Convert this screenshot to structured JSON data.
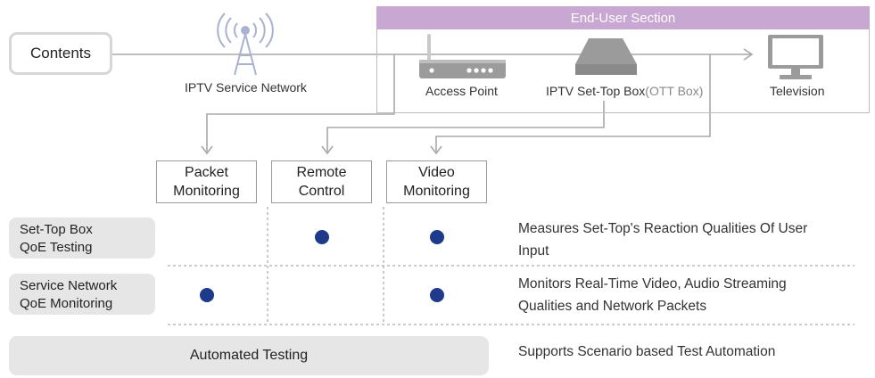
{
  "contents_label": "Contents",
  "end_user_section_label": "End-User Section",
  "nodes": {
    "iptv_service_network": "IPTV Service Network",
    "access_point": "Access Point",
    "set_top_box": "IPTV Set-Top Box",
    "set_top_box_note": "(OTT Box)",
    "television": "Television"
  },
  "columns": [
    {
      "line1": "Packet",
      "line2": "Monitoring"
    },
    {
      "line1": "Remote",
      "line2": "Control"
    },
    {
      "line1": "Video",
      "line2": "Monitoring"
    }
  ],
  "rows": [
    {
      "line1": "Set-Top Box",
      "line2": "QoE Testing",
      "description_line1": "Measures Set-Top's Reaction Qualities Of User",
      "description_line2": "Input",
      "marks": [
        false,
        true,
        true
      ]
    },
    {
      "line1": "Service Network",
      "line2": "QoE Monitoring",
      "description_line1": "Monitors Real-Time Video, Audio Streaming",
      "description_line2": "Qualities and Network Packets",
      "marks": [
        true,
        false,
        true
      ]
    }
  ],
  "automated": {
    "label": "Automated Testing",
    "description": "Supports Scenario based Test Automation"
  },
  "colors": {
    "end_user_header": "#c8a7d3",
    "dot": "#1f3a8a",
    "row_fill": "#e6e6e6",
    "connector": "#a8a8a8"
  },
  "icons": [
    "antenna-tower-icon",
    "router-icon",
    "set-top-box-icon",
    "television-icon"
  ]
}
